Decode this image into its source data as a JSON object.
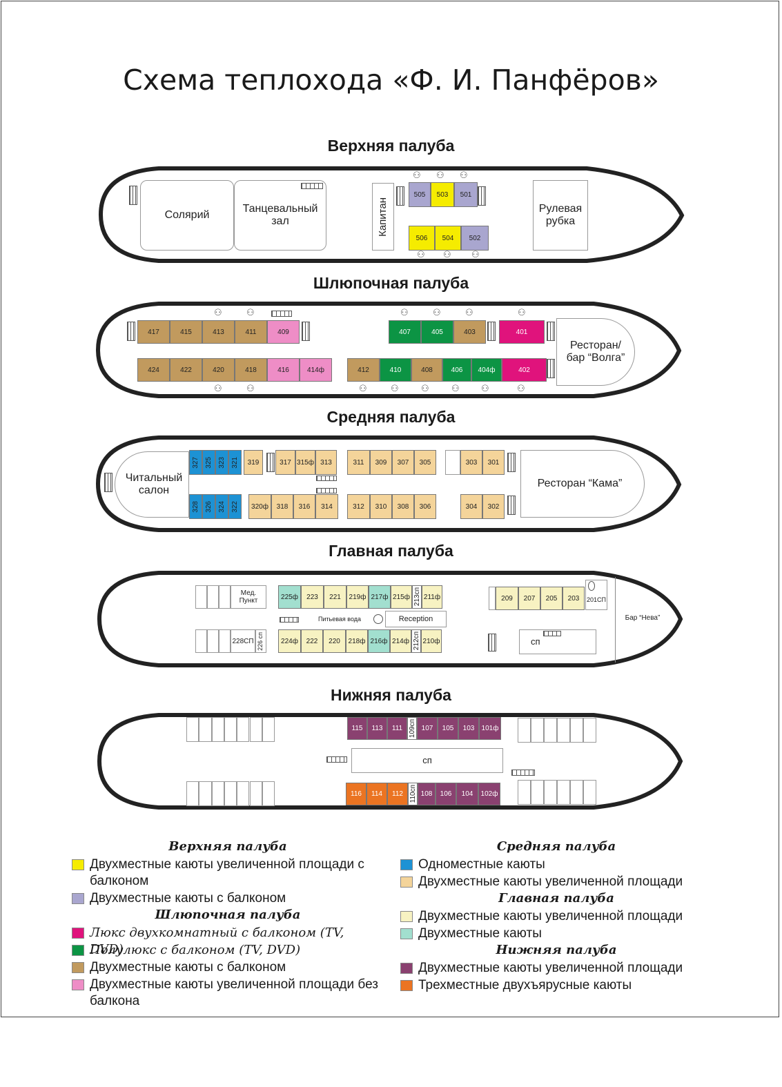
{
  "title": "Схема теплохода «Ф. И. Панфёров»",
  "decks": {
    "upper": "Верхняя палуба",
    "boat": "Шлюпочная палуба",
    "middle": "Средняя палуба",
    "main": "Главная палуба",
    "lower": "Нижняя палуба"
  },
  "rooms": {
    "solarium": "Солярий",
    "dance_hall": "Танцевальный зал",
    "captain": "Капитан",
    "wheelhouse": "Рулевая рубка",
    "restaurant_volga": "Ресторан/ бар “Волга”",
    "reading_room": "Читальный салон",
    "restaurant_kama": "Ресторан “Кама”",
    "med_point": "Мед. Пункт",
    "drinking_water": "Питьевая вода",
    "reception": "Reception",
    "bar_neva": "Бар “Нева”",
    "sp_main": "сп",
    "sp_lower": "сп"
  },
  "colors": {
    "yellow": "#f5ec00",
    "lilac": "#a9a6cf",
    "magenta": "#e0137c",
    "green": "#0c9444",
    "brown": "#c19a5e",
    "pink": "#ee8dc6",
    "blue": "#1d92d4",
    "sand": "#f4d49a",
    "cream": "#f7f2c2",
    "mint": "#a2dfcf",
    "plum": "#8a4170",
    "orange": "#eb7422"
  },
  "cabins": {
    "upper_top": [
      {
        "n": "505",
        "c": "lilac"
      },
      {
        "n": "503",
        "c": "yellow"
      },
      {
        "n": "501",
        "c": "lilac"
      }
    ],
    "upper_bottom": [
      {
        "n": "506",
        "c": "yellow"
      },
      {
        "n": "504",
        "c": "yellow"
      },
      {
        "n": "502",
        "c": "lilac"
      }
    ],
    "boat_top_left": [
      {
        "n": "417",
        "c": "brown"
      },
      {
        "n": "415",
        "c": "brown"
      },
      {
        "n": "413",
        "c": "brown"
      },
      {
        "n": "411",
        "c": "brown"
      },
      {
        "n": "409",
        "c": "pink"
      }
    ],
    "boat_top_right": [
      {
        "n": "407",
        "c": "green"
      },
      {
        "n": "405",
        "c": "green"
      },
      {
        "n": "403",
        "c": "brown"
      }
    ],
    "boat_top_lux": [
      {
        "n": "401",
        "c": "magenta"
      }
    ],
    "boat_bottom_left": [
      {
        "n": "424",
        "c": "brown"
      },
      {
        "n": "422",
        "c": "brown"
      },
      {
        "n": "420",
        "c": "brown"
      },
      {
        "n": "418",
        "c": "brown"
      },
      {
        "n": "416",
        "c": "pink"
      },
      {
        "n": "414ф",
        "c": "pink"
      }
    ],
    "boat_bottom_right": [
      {
        "n": "412",
        "c": "brown"
      },
      {
        "n": "410",
        "c": "green"
      },
      {
        "n": "408",
        "c": "brown"
      },
      {
        "n": "406",
        "c": "green"
      },
      {
        "n": "404ф",
        "c": "green"
      },
      {
        "n": "402",
        "c": "magenta"
      }
    ],
    "middle_top_blue": [
      {
        "n": "327"
      },
      {
        "n": "325"
      },
      {
        "n": "323"
      },
      {
        "n": "321"
      }
    ],
    "middle_top_a": [
      {
        "n": "319"
      }
    ],
    "middle_top_b": [
      {
        "n": "317"
      },
      {
        "n": "315ф"
      },
      {
        "n": "313"
      }
    ],
    "middle_top_c": [
      {
        "n": "311"
      },
      {
        "n": "309"
      },
      {
        "n": "307"
      },
      {
        "n": "305"
      }
    ],
    "middle_top_d": [
      {
        "n": "303"
      },
      {
        "n": "301"
      }
    ],
    "middle_bottom_blue": [
      {
        "n": "328"
      },
      {
        "n": "326"
      },
      {
        "n": "324"
      },
      {
        "n": "322"
      }
    ],
    "middle_bottom_a": [
      {
        "n": "320ф"
      },
      {
        "n": "318"
      },
      {
        "n": "316"
      },
      {
        "n": "314"
      }
    ],
    "middle_bottom_c": [
      {
        "n": "312"
      },
      {
        "n": "310"
      },
      {
        "n": "308"
      },
      {
        "n": "306"
      }
    ],
    "middle_bottom_d": [
      {
        "n": "304"
      },
      {
        "n": "302"
      }
    ],
    "main_top": [
      {
        "n": "225ф",
        "c": "mint"
      },
      {
        "n": "223",
        "c": "cream"
      },
      {
        "n": "221",
        "c": "cream"
      },
      {
        "n": "219ф",
        "c": "cream"
      },
      {
        "n": "217ф",
        "c": "mint"
      },
      {
        "n": "215ф",
        "c": "cream"
      },
      {
        "n": "213сп",
        "c": "white",
        "v": true
      },
      {
        "n": "211ф",
        "c": "cream"
      }
    ],
    "main_bottom": [
      {
        "n": "224ф",
        "c": "cream"
      },
      {
        "n": "222",
        "c": "cream"
      },
      {
        "n": "220",
        "c": "cream"
      },
      {
        "n": "218ф",
        "c": "cream"
      },
      {
        "n": "216ф",
        "c": "mint"
      },
      {
        "n": "214ф",
        "c": "cream"
      },
      {
        "n": "212сп",
        "c": "white",
        "v": true
      },
      {
        "n": "210ф",
        "c": "cream"
      }
    ],
    "main_fore": [
      {
        "n": "209"
      },
      {
        "n": "207"
      },
      {
        "n": "205"
      },
      {
        "n": "203"
      }
    ],
    "main_201": "201СП",
    "main_228": "228СП",
    "main_226": "226 сп",
    "lower_top": [
      {
        "n": "115",
        "c": "plum"
      },
      {
        "n": "113",
        "c": "plum"
      },
      {
        "n": "111",
        "c": "plum"
      },
      {
        "n": "109сп",
        "c": "white",
        "v": true
      },
      {
        "n": "107",
        "c": "plum"
      },
      {
        "n": "105",
        "c": "plum"
      },
      {
        "n": "103",
        "c": "plum"
      },
      {
        "n": "101ф",
        "c": "plum"
      }
    ],
    "lower_bottom": [
      {
        "n": "116",
        "c": "orange"
      },
      {
        "n": "114",
        "c": "orange"
      },
      {
        "n": "112",
        "c": "orange"
      },
      {
        "n": "110сп",
        "c": "white",
        "v": true
      },
      {
        "n": "108",
        "c": "plum"
      },
      {
        "n": "106",
        "c": "plum"
      },
      {
        "n": "104",
        "c": "plum"
      },
      {
        "n": "102ф",
        "c": "plum"
      }
    ]
  },
  "legend": {
    "left": [
      {
        "type": "head",
        "text": "Верхняя палуба"
      },
      {
        "type": "item",
        "color": "yellow",
        "text": "Двухместные каюты увеличенной площади с балконом"
      },
      {
        "type": "item",
        "color": "lilac",
        "text": "Двухместные каюты с балконом"
      },
      {
        "type": "head",
        "text": "Шлюпочная палуба"
      },
      {
        "type": "item",
        "color": "magenta",
        "text": "Люкс двухкомнатный с балконом (TV, DVD)",
        "italic": true
      },
      {
        "type": "item",
        "color": "green",
        "text": "Полулюкс с балконом (TV, DVD)",
        "italic": true
      },
      {
        "type": "item",
        "color": "brown",
        "text": "Двухместные каюты с балконом"
      },
      {
        "type": "item",
        "color": "pink",
        "text": "Двухместные каюты увеличенной площади без балкона"
      }
    ],
    "right": [
      {
        "type": "head",
        "text": "Средняя палуба"
      },
      {
        "type": "item",
        "color": "blue",
        "text": "Одноместные каюты"
      },
      {
        "type": "item",
        "color": "sand",
        "text": "Двухместные каюты увеличенной площади"
      },
      {
        "type": "head",
        "text": "Главная палуба"
      },
      {
        "type": "item",
        "color": "cream",
        "text": "Двухместные каюты увеличенной площади"
      },
      {
        "type": "item",
        "color": "mint",
        "text": "Двухместные каюты"
      },
      {
        "type": "head",
        "text": "Нижняя палуба"
      },
      {
        "type": "item",
        "color": "plum",
        "text": "Двухместные каюты увеличенной площади"
      },
      {
        "type": "item",
        "color": "orange",
        "text": "Трехместные двухъярусные каюты"
      }
    ]
  }
}
